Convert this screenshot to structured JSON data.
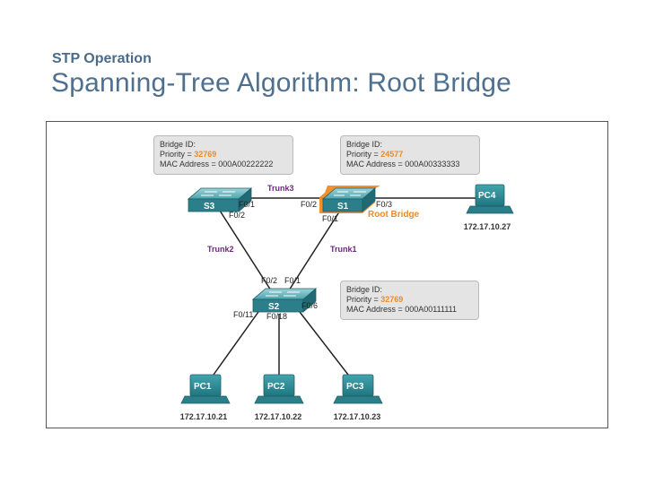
{
  "header": {
    "subtitle": "STP Operation",
    "title": "Spanning-Tree Algorithm: Root Bridge"
  },
  "bridge_boxes": {
    "s3": {
      "line1": "Bridge ID:",
      "priority_label": "Priority = ",
      "priority": "32769",
      "mac": "MAC Address = 000A00222222"
    },
    "s1": {
      "line1": "Bridge ID:",
      "priority_label": "Priority = ",
      "priority": "24577",
      "mac": "MAC Address = 000A00333333"
    },
    "s2": {
      "line1": "Bridge ID:",
      "priority_label": "Priority = ",
      "priority": "32769",
      "mac": "MAC Address = 000A00111111"
    }
  },
  "switches": {
    "s3": "S3",
    "s1": "S1",
    "s2": "S2"
  },
  "root_label": "Root Bridge",
  "trunks": {
    "trunk1": "Trunk1",
    "trunk2": "Trunk2",
    "trunk3": "Trunk3"
  },
  "ports": {
    "s3_f01": "F0/1",
    "s3_f02": "F0/2",
    "s1_f02": "F0/2",
    "s1_f03": "F0/3",
    "s1_f01": "F0/1",
    "s2_f02": "F0/2",
    "s2_f01": "F0/1",
    "s2_f06": "F0/6",
    "s2_f011": "F0/11",
    "s2_f018": "F0/18"
  },
  "pcs": {
    "pc1": {
      "name": "PC1",
      "ip": "172.17.10.21"
    },
    "pc2": {
      "name": "PC2",
      "ip": "172.17.10.22"
    },
    "pc3": {
      "name": "PC3",
      "ip": "172.17.10.23"
    },
    "pc4": {
      "name": "PC4",
      "ip": "172.17.10.27"
    }
  },
  "colors": {
    "switch_teal": "#2b7f8a",
    "root_highlight": "#f08a24",
    "trunk_text": "#6a2a7a",
    "priority_text": "#f08a24",
    "title_blue": "#4f6f8f"
  }
}
